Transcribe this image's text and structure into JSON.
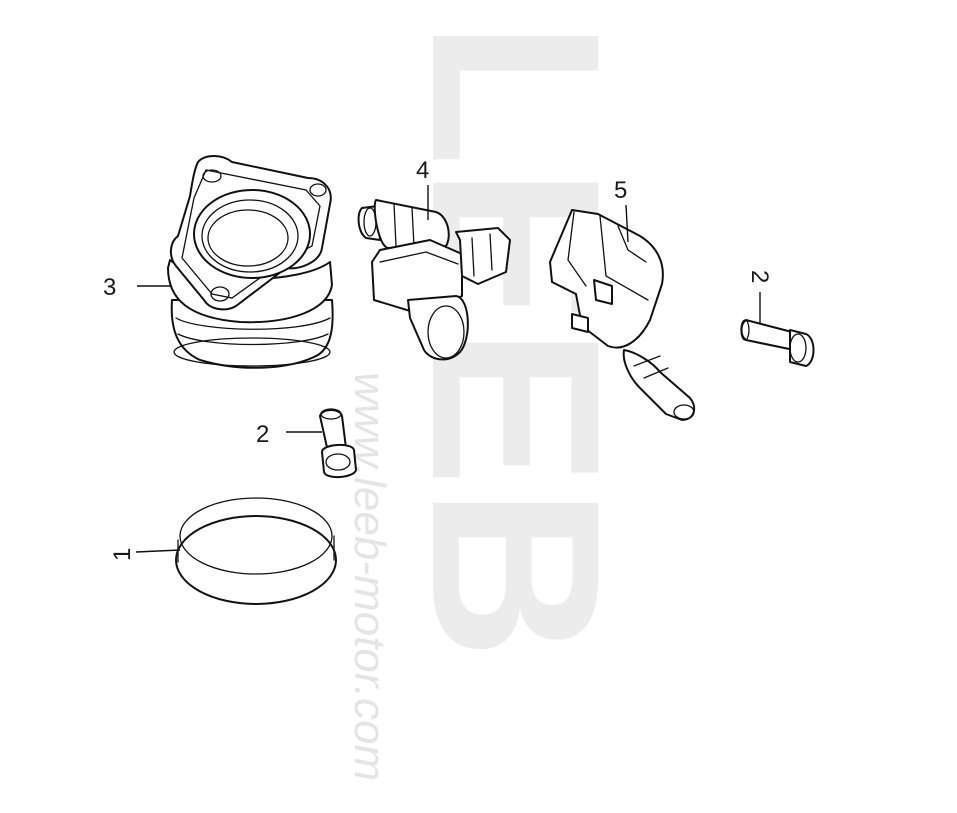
{
  "watermark": {
    "brand": "LEEB",
    "url": "www.leeb-motor.com"
  },
  "callouts": [
    {
      "id": "1",
      "label": "1",
      "part": "clamp-ring"
    },
    {
      "id": "2a",
      "label": "2",
      "part": "bolt"
    },
    {
      "id": "2b",
      "label": "2",
      "part": "bolt"
    },
    {
      "id": "3",
      "label": "3",
      "part": "intake-manifold"
    },
    {
      "id": "4",
      "label": "4",
      "part": "fuel-injector"
    },
    {
      "id": "5",
      "label": "5",
      "part": "injector-holder"
    }
  ],
  "colors": {
    "line": "#111111",
    "watermark": "#ececec",
    "background": "#ffffff"
  }
}
